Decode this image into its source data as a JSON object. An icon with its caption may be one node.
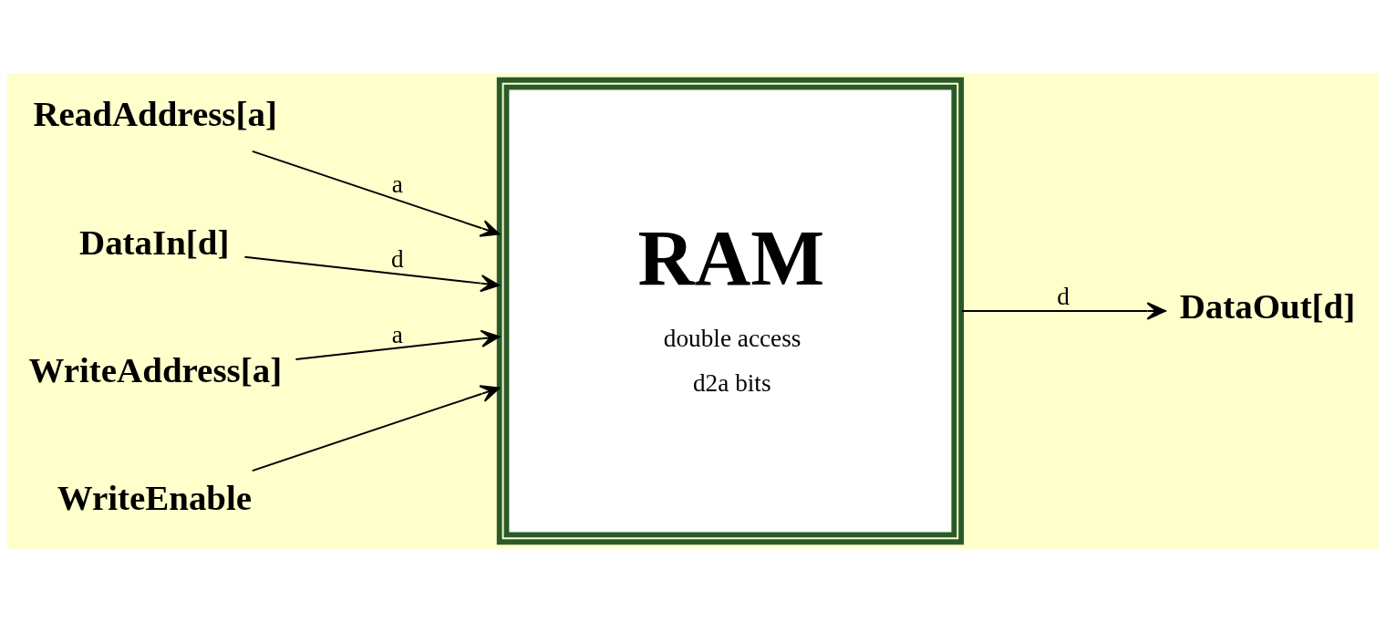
{
  "diagram": {
    "nodes": [
      {
        "text": [
          "ReadAddress[a]"
        ]
      },
      {
        "text": [
          "DataIn[d]"
        ]
      },
      {
        "text": [
          "WriteAddress[a]"
        ]
      },
      {
        "text": [
          "WriteEnable"
        ]
      },
      {
        "text": [
          "RAM",
          "double access",
          "d2a bits"
        ]
      },
      {
        "text": [
          "DataOut[d]"
        ]
      }
    ],
    "edges": [
      {
        "from": 0,
        "to": 4,
        "arrow": "to",
        "label": "a"
      },
      {
        "from": 1,
        "to": 4,
        "arrow": "to",
        "label": "d"
      },
      {
        "from": 2,
        "to": 4,
        "arrow": "to",
        "label": "a"
      },
      {
        "from": 3,
        "to": 4,
        "arrow": "to"
      },
      {
        "from": 4,
        "to": 5,
        "arrow": "to",
        "label": "d"
      }
    ]
  }
}
